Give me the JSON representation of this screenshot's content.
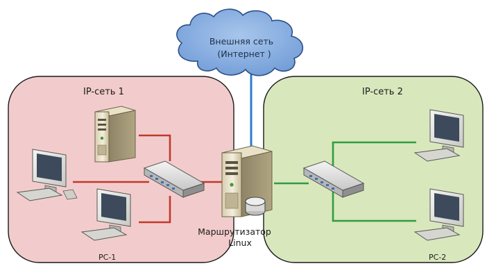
{
  "cloud": {
    "line1": "Внешняя сеть",
    "line2": "(Интернет )"
  },
  "networks": {
    "net1_label": "IP-сеть 1",
    "net2_label": "IP-сеть 2"
  },
  "devices": {
    "pc1_label": "PC-1",
    "pc2_label": "PC-2",
    "router_line1": "Маршрутизатор",
    "router_line2": "Linux"
  },
  "colors": {
    "net1_fill": "#f2cccc",
    "net2_fill": "#d9e7bd",
    "cloud_fill": "#8db4e2",
    "link_net1": "#c0392b",
    "link_net2": "#2e9e3e",
    "link_internet": "#2a7ec8"
  },
  "icons": [
    "cloud-icon",
    "server-icon",
    "switch-icon",
    "computer-icon",
    "router-server-icon",
    "disk-icon"
  ]
}
